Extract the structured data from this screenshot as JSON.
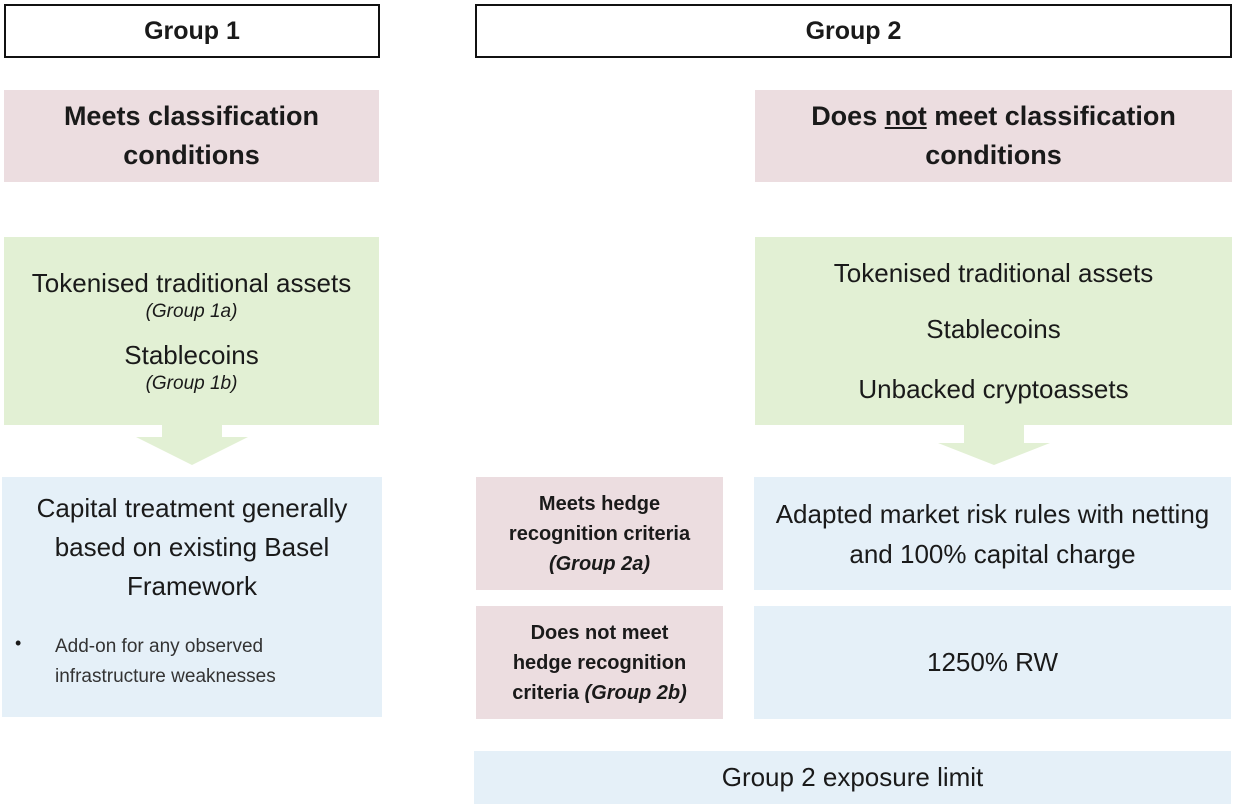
{
  "group1": {
    "header": "Group 1",
    "condition": "Meets classification conditions",
    "assets": [
      {
        "name": "Tokenised traditional assets",
        "sub": "(Group 1a)"
      },
      {
        "name": "Stablecoins",
        "sub": "(Group 1b)"
      }
    ],
    "treatment": "Capital treatment generally based on existing Basel Framework",
    "bullet_char": "•",
    "bullet": "Add-on for any observed infrastructure weaknesses"
  },
  "group2": {
    "header": "Group 2",
    "condition": {
      "pre": "Does ",
      "emph": "not",
      "post": " meet classification conditions"
    },
    "assets": [
      "Tokenised traditional assets",
      "Stablecoins",
      "Unbacked cryptoassets"
    ],
    "hedge_a": {
      "line1": "Meets hedge",
      "line2": "recognition criteria",
      "line3": "(Group 2a)"
    },
    "hedge_b": {
      "line1": "Does not meet",
      "line2": "hedge recognition",
      "line3a": "criteria ",
      "line3b": "(Group 2b)"
    },
    "treatment_a": "Adapted market risk rules with netting and 100% capital charge",
    "treatment_b": "1250% RW",
    "limit": "Group 2 exposure limit"
  },
  "colors": {
    "pink": "#ecdde0",
    "green": "#e2f0d4",
    "blue": "#e5f0f8",
    "arrow": "#e2f0d4"
  }
}
